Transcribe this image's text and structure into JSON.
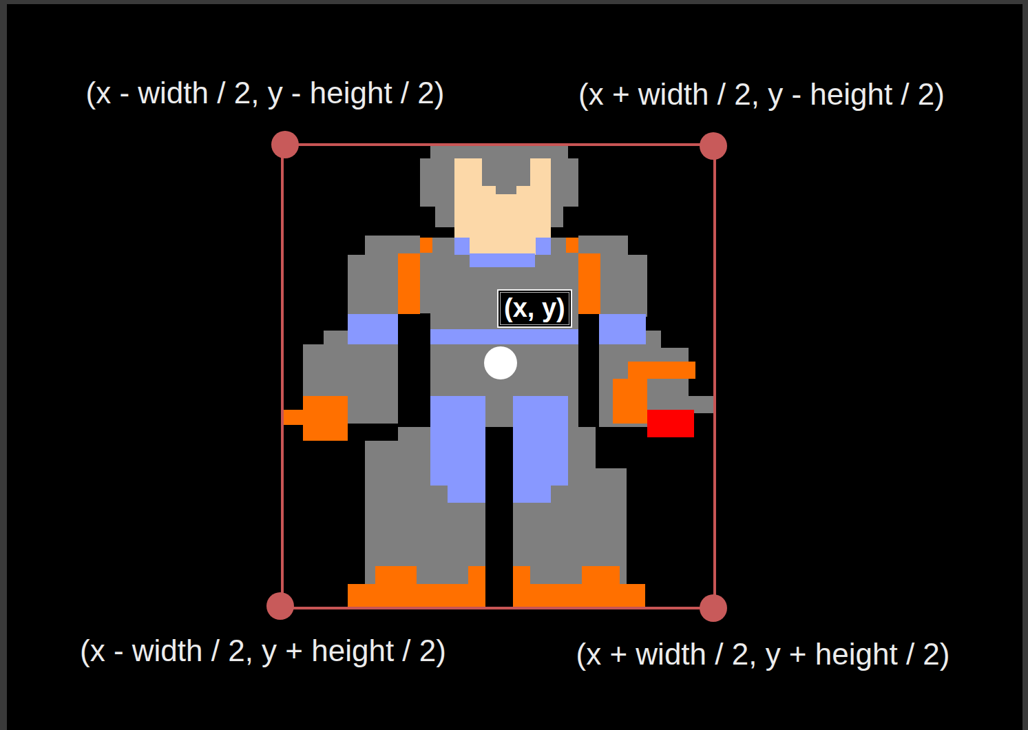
{
  "diagram": {
    "nodes": [
      {
        "text": [
          "(x, y)"
        ]
      }
    ],
    "labels": [
      "(x - width / 2, y - height / 2)",
      "(x + width / 2, y - height / 2)",
      "(x - width / 2, y + height / 2)",
      "(x + width / 2, y + height / 2)"
    ]
  }
}
